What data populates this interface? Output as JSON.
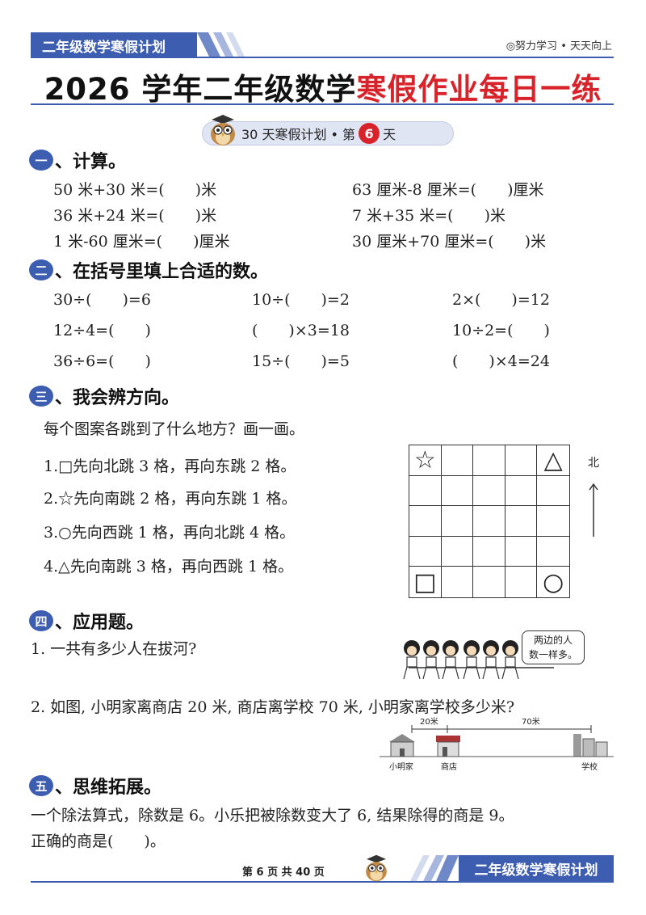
{
  "header": {
    "tab_label": "二年级数学寒假计划",
    "motto": "◎努力学习 • 天天向上",
    "title_black": "2026 学年二年级数学",
    "title_red": "寒假作业每日一练",
    "day_prefix": "30 天寒假计划 • 第",
    "day_number": "6",
    "day_suffix": "天"
  },
  "colors": {
    "brand_blue": "#3d5db0",
    "accent_red": "#d9232a"
  },
  "sections": {
    "s1": {
      "number": "一",
      "title": "、计算。",
      "items": [
        "50 米+30 米=(　　)米",
        "63 厘米-8 厘米=(　　)厘米",
        "36 米+24 米=(　　)米",
        "7 米+35 米=(　　)米",
        "1 米-60 厘米=(　　)厘米",
        "30 厘米+70 厘米=(　　)米"
      ]
    },
    "s2": {
      "number": "二",
      "title": "、在括号里填上合适的数。",
      "items": [
        "30÷(　　)=6",
        "10÷(　　)=2",
        "2×(　　)=12",
        "12÷4=(　　)",
        "(　　)×3=18",
        "10÷2=(　　)",
        "36÷6=(　　)",
        "15÷(　　)=5",
        "(　　)×4=24"
      ]
    },
    "s3": {
      "number": "三",
      "title": "、我会辨方向。",
      "intro": "每个图案各跳到了什么地方？画一画。",
      "items": [
        {
          "idx": "1.",
          "text": "先向北跳 3 格，再向东跳 2 格。"
        },
        {
          "idx": "2.",
          "text": "先向南跳 2 格，再向东跳 1 格。"
        },
        {
          "idx": "3.",
          "text": "先向西跳 1 格，再向北跳 4 格。"
        },
        {
          "idx": "4.",
          "text": "先向南跳 3 格，再向西跳 1 格。"
        }
      ],
      "north_label": "北",
      "grid_symbols": {
        "star": "☆",
        "triangle": "△",
        "square": "□",
        "circle": "○"
      }
    },
    "s4": {
      "number": "四",
      "title": "、应用题。",
      "q1": "1. 一共有多少人在拔河?",
      "bubble_line1": "两边的人",
      "bubble_line2": "数一样多。",
      "q2": "2. 如图, 小明家离商店 20 米, 商店离学校 70 米, 小明家离学校多少米?",
      "dist_a": "20米",
      "dist_b": "70米",
      "place_home": "小明家",
      "place_shop": "商店",
      "place_school": "学校"
    },
    "s5": {
      "number": "五",
      "title": "、思维拓展。",
      "line1": "一个除法算式，除数是 6。小乐把被除数变大了 6, 结果除得的商是 9。",
      "line2": "正确的商是(　　)。"
    }
  },
  "footer": {
    "page_text": "第 6 页 共 40 页",
    "tab_label": "二年级数学寒假计划"
  }
}
